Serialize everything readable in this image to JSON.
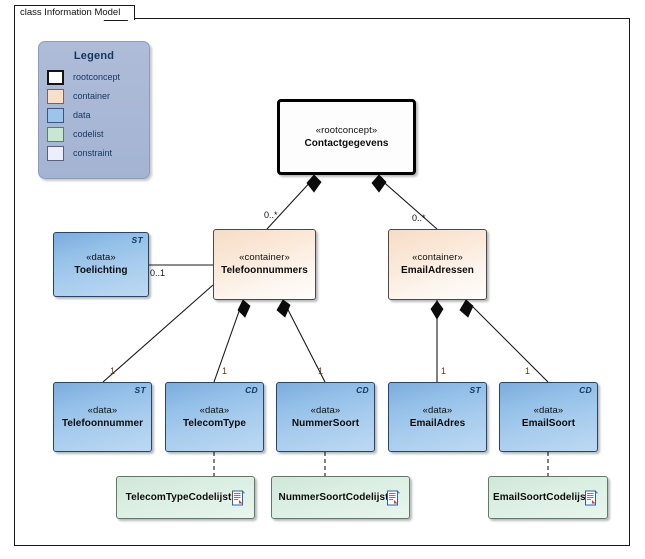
{
  "diagram": {
    "tab_label": "class Information Model",
    "kind": "uml-class-diagram"
  },
  "legend": {
    "title": "Legend",
    "items": [
      {
        "label": "rootconcept",
        "color": "#ffffff"
      },
      {
        "label": "container",
        "color": "#fadfc8"
      },
      {
        "label": "data",
        "color": "#9dc5ea"
      },
      {
        "label": "codelist",
        "color": "#c9e6d4"
      },
      {
        "label": "constraint",
        "color": "#eceefa"
      }
    ]
  },
  "nodes": [
    {
      "id": "contactgegevens",
      "stereotype": "«rootconcept»",
      "name": "Contactgegevens",
      "kind": "rootconcept",
      "tag": ""
    },
    {
      "id": "telefoonnummers",
      "stereotype": "«container»",
      "name": "Telefoonnummers",
      "kind": "container",
      "tag": ""
    },
    {
      "id": "emailadressen",
      "stereotype": "«container»",
      "name": "EmailAdressen",
      "kind": "container",
      "tag": ""
    },
    {
      "id": "toelichting",
      "stereotype": "«data»",
      "name": "Toelichting",
      "kind": "data",
      "tag": "ST"
    },
    {
      "id": "telefoonnummer",
      "stereotype": "«data»",
      "name": "Telefoonnummer",
      "kind": "data",
      "tag": "ST"
    },
    {
      "id": "telecomtype",
      "stereotype": "«data»",
      "name": "TelecomType",
      "kind": "data",
      "tag": "CD"
    },
    {
      "id": "nummersoort",
      "stereotype": "«data»",
      "name": "NummerSoort",
      "kind": "data",
      "tag": "CD"
    },
    {
      "id": "emailadres",
      "stereotype": "«data»",
      "name": "EmailAdres",
      "kind": "data",
      "tag": "ST"
    },
    {
      "id": "emailsoort",
      "stereotype": "«data»",
      "name": "EmailSoort",
      "kind": "data",
      "tag": "CD"
    },
    {
      "id": "telecomtypecodelijst",
      "stereotype": "",
      "name": "TelecomTypeCodelijst",
      "kind": "codelist",
      "tag": ""
    },
    {
      "id": "nummersoortcodelijst",
      "stereotype": "",
      "name": "NummerSoortCodelijst",
      "kind": "codelist",
      "tag": ""
    },
    {
      "id": "emailsoortcodelijst",
      "stereotype": "",
      "name": "EmailSoortCodelijst",
      "kind": "codelist",
      "tag": ""
    }
  ],
  "relations": [
    {
      "from": "contactgegevens",
      "to": "telefoonnummers",
      "type": "composition",
      "target_multiplicity": "0..*"
    },
    {
      "from": "contactgegevens",
      "to": "emailadressen",
      "type": "composition",
      "target_multiplicity": "0..*"
    },
    {
      "from": "telefoonnummers",
      "to": "toelichting",
      "type": "composition",
      "target_multiplicity": "0..1"
    },
    {
      "from": "telefoonnummers",
      "to": "telefoonnummer",
      "type": "composition",
      "target_multiplicity": "1"
    },
    {
      "from": "telefoonnummers",
      "to": "telecomtype",
      "type": "composition",
      "target_multiplicity": "1"
    },
    {
      "from": "telefoonnummers",
      "to": "nummersoort",
      "type": "composition",
      "target_multiplicity": "1"
    },
    {
      "from": "emailadressen",
      "to": "emailadres",
      "type": "composition",
      "target_multiplicity": "1"
    },
    {
      "from": "emailadressen",
      "to": "emailsoort",
      "type": "composition",
      "target_multiplicity": "1"
    },
    {
      "from": "telecomtype",
      "to": "telecomtypecodelijst",
      "type": "dependency",
      "target_multiplicity": ""
    },
    {
      "from": "nummersoort",
      "to": "nummersoortcodelijst",
      "type": "dependency",
      "target_multiplicity": ""
    },
    {
      "from": "emailsoort",
      "to": "emailsoortcodelijst",
      "type": "dependency",
      "target_multiplicity": ""
    }
  ],
  "multiplicity_labels": [
    {
      "text": "0..*",
      "id": "m-cg-tel"
    },
    {
      "text": "0..*",
      "id": "m-cg-email"
    },
    {
      "text": "0..1",
      "id": "m-toel"
    },
    {
      "text": "1",
      "id": "m-telnr"
    },
    {
      "text": "1",
      "id": "m-telecomtype"
    },
    {
      "text": "1",
      "id": "m-nummersoort"
    },
    {
      "text": "1",
      "id": "m-emailadres"
    },
    {
      "text": "1",
      "id": "m-emailsoort"
    }
  ],
  "icons": {
    "codelist_icon": "document-report-icon"
  }
}
